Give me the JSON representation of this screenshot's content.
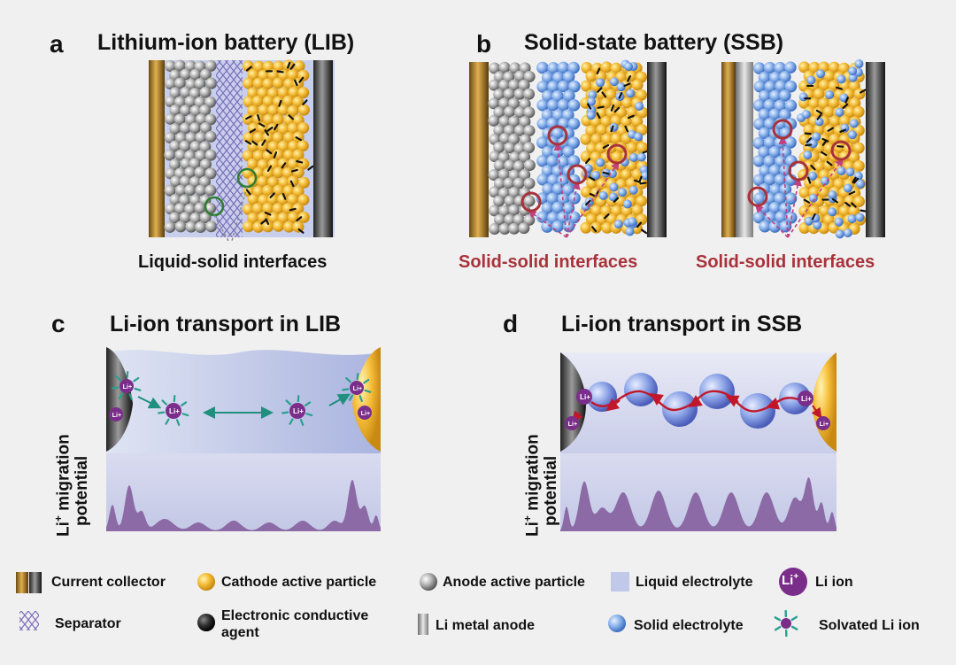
{
  "panel_a": {
    "letter": "a",
    "title": "Lithium-ion battery (LIB)",
    "interface_label": "Liquid-solid interfaces"
  },
  "panel_b": {
    "letter": "b",
    "title": "Solid-state battery (SSB)",
    "interface_label_1": "Solid-solid interfaces",
    "interface_label_2": "Solid-solid interfaces"
  },
  "panel_c": {
    "letter": "c",
    "title": "Li-ion transport in LIB",
    "ion_label": "Li",
    "ylabel_line1": "Li",
    "ylabel_sup": "+",
    "ylabel_rest": " migration",
    "ylabel_line2": "potential"
  },
  "panel_d": {
    "letter": "d",
    "title": "Li-ion transport in SSB",
    "ion_label": "Li",
    "ylabel_line1": "Li",
    "ylabel_sup": "+",
    "ylabel_rest": " migration",
    "ylabel_line2": "potential"
  },
  "legend": {
    "current_collector": "Current collector",
    "cathode_particle": "Cathode active particle",
    "anode_particle": "Anode active particle",
    "liquid_electrolyte": "Liquid electrolyte",
    "li_ion": "Li ion",
    "li_ion_symbol": "Li",
    "separator": "Separator",
    "conductive_agent_1": "Electronic conductive",
    "conductive_agent_2": "agent",
    "li_metal_anode": "Li metal anode",
    "solid_electrolyte": "Solid electrolyte",
    "solvated_li_ion": "Solvated Li ion"
  },
  "colors": {
    "cathode": "#f2b632",
    "anode": "#9a9a9a",
    "solid_electrolyte": "#6f9fe0",
    "liquid_electrolyte": "#c7cfec",
    "li_ion": "#7a2e8a",
    "interface_red": "#a8323a",
    "interface_green": "#2e7d32",
    "potential_fill": "#8b6aa6"
  }
}
